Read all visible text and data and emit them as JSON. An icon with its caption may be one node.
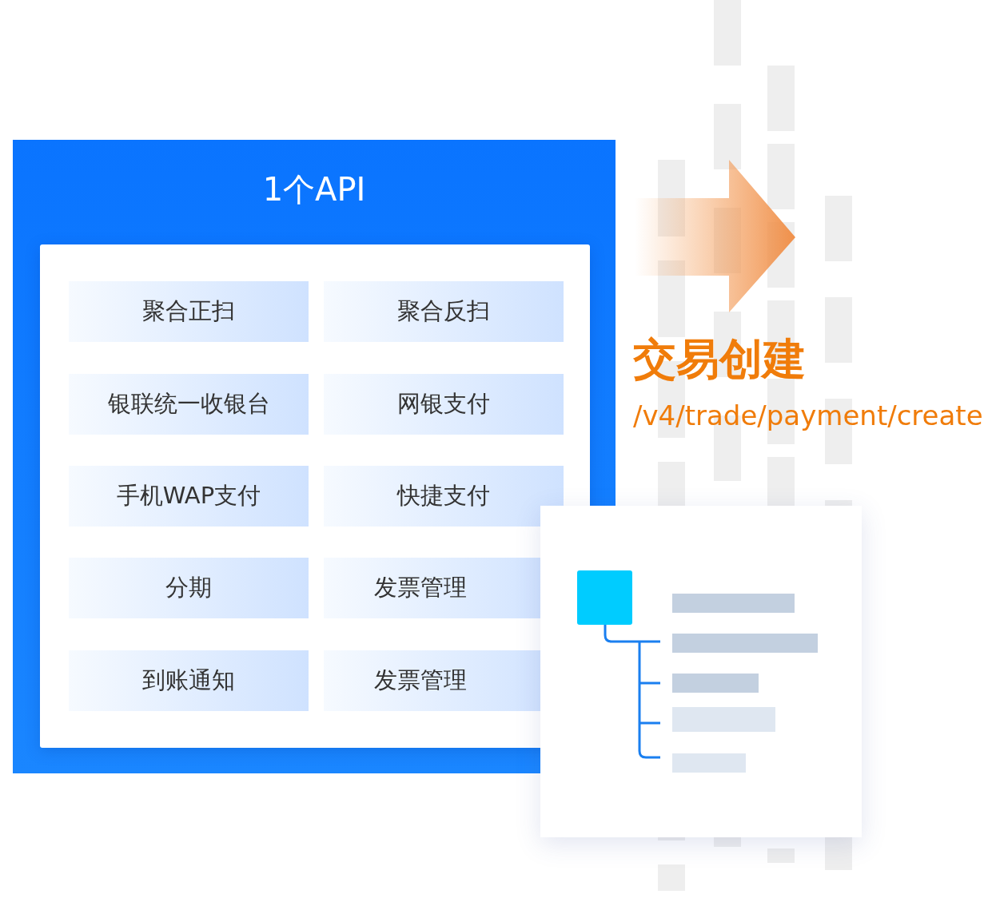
{
  "diagram": {
    "nodes": [
      {
        "text": [
          "1个API"
        ]
      },
      {
        "text": [],
        "shape": "box",
        "in": 0
      },
      {
        "text": [
          "聚合正扫"
        ],
        "in": 1
      },
      {
        "text": [
          "聚合反扫"
        ],
        "in": 1
      },
      {
        "text": [
          "银联统一收银台"
        ],
        "in": 1
      },
      {
        "text": [
          "网银支付"
        ],
        "in": 1
      },
      {
        "text": [
          "手机WAP支付"
        ],
        "in": 1
      },
      {
        "text": [
          "快捷支付"
        ],
        "in": 1
      },
      {
        "text": [
          "分期"
        ],
        "in": 1
      },
      {
        "text": [
          "发票管理"
        ],
        "in": 1
      },
      {
        "text": [
          "到账通知"
        ],
        "in": 1
      },
      {
        "text": [
          "发票管理"
        ],
        "in": 1
      }
    ],
    "labels": [
      "交易创建",
      "/v4/trade/payment/create"
    ]
  }
}
